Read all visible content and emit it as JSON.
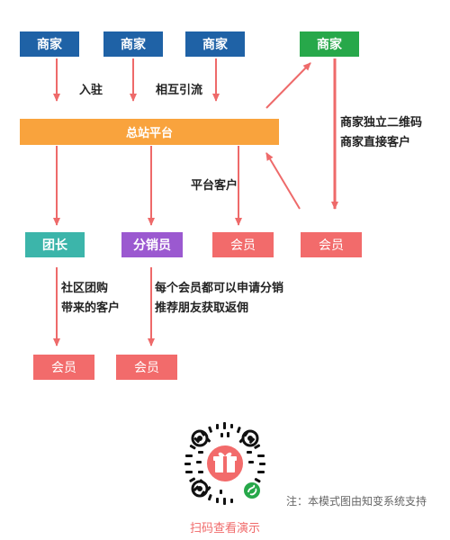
{
  "colors": {
    "blue": "#1f62a6",
    "green": "#27a84a",
    "orange": "#f9a33d",
    "teal": "#3cb5aa",
    "purple": "#9b59d0",
    "red": "#f26b6b",
    "arrow": "#ee6a6a"
  },
  "merchants": [
    {
      "label": "商家"
    },
    {
      "label": "商家"
    },
    {
      "label": "商家"
    }
  ],
  "merchant_independent": {
    "label": "商家"
  },
  "platform": {
    "label": "总站平台"
  },
  "group_leader": {
    "label": "团长"
  },
  "distributor": {
    "label": "分销员"
  },
  "member_platform": {
    "label": "会员"
  },
  "member_direct": {
    "label": "会员"
  },
  "member_group": {
    "label": "会员"
  },
  "member_distributor": {
    "label": "会员"
  },
  "edge_labels": {
    "settle_in": "入驻",
    "mutual_traffic": "相互引流",
    "platform_customer": "平台客户",
    "independent_qr_line1": "商家独立二维码",
    "independent_qr_line2": "商家直接客户",
    "community_line1": "社区团购",
    "community_line2": "带来的客户",
    "distribution_line1": "每个会员都可以申请分销",
    "distribution_line2": "推荐朋友获取返佣"
  },
  "footer": {
    "qr_icon": "gift-icon",
    "note": "注：本模式图由知变系统支持",
    "scan_label": "扫码查看演示"
  }
}
